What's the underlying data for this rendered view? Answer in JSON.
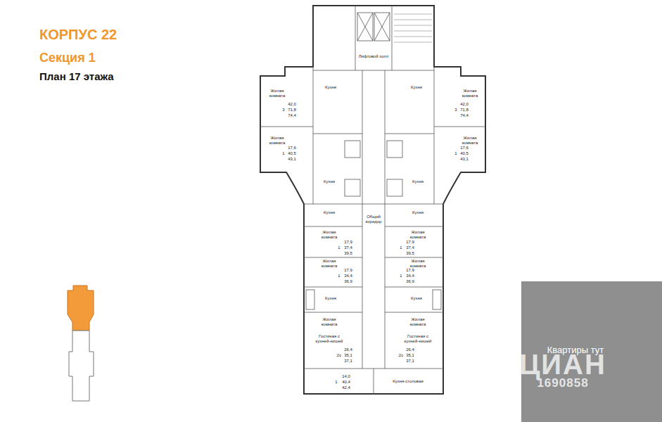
{
  "diagram": {
    "title": "КОРПУС 22",
    "labels": [
      "Секция 1",
      "План 17 этажа",
      "Жилая комната",
      "3",
      "42,0",
      "71,8",
      "74,4",
      "Кухня",
      "Жилая комната",
      "1",
      "17,6",
      "40,5",
      "43,1",
      "Кухня",
      "Жилая комната",
      "3",
      "42,0",
      "71,8",
      "74,4",
      "Кухня",
      "Жилая комната",
      "1",
      "17,6",
      "40,5",
      "43,1",
      "Кухня",
      "Лифтовой холл",
      "Общий коридор",
      "Кухня",
      "Жилая комната",
      "1",
      "17,9",
      "37,4",
      "39,5",
      "Жилая комната",
      "1",
      "17,9",
      "34,4",
      "36,9",
      "Кухня",
      "Жилая комната",
      "Гостиная с кухней-нишей",
      "2с",
      "26,4",
      "35,1",
      "37,1",
      "Кухня",
      "Жилая комната",
      "1",
      "17,9",
      "37,4",
      "39,5",
      "Жилая комната",
      "1",
      "17,9",
      "34,4",
      "36,9",
      "Кухня",
      "Жилая комната",
      "Гостиная с кухней-нишей",
      "2с",
      "26,4",
      "35,1",
      "37,1",
      "1",
      "14,0",
      "40,4",
      "42,4",
      "Кухня-столовая",
      "Квартиры тут",
      "ЦИАН",
      "1690858"
    ]
  }
}
